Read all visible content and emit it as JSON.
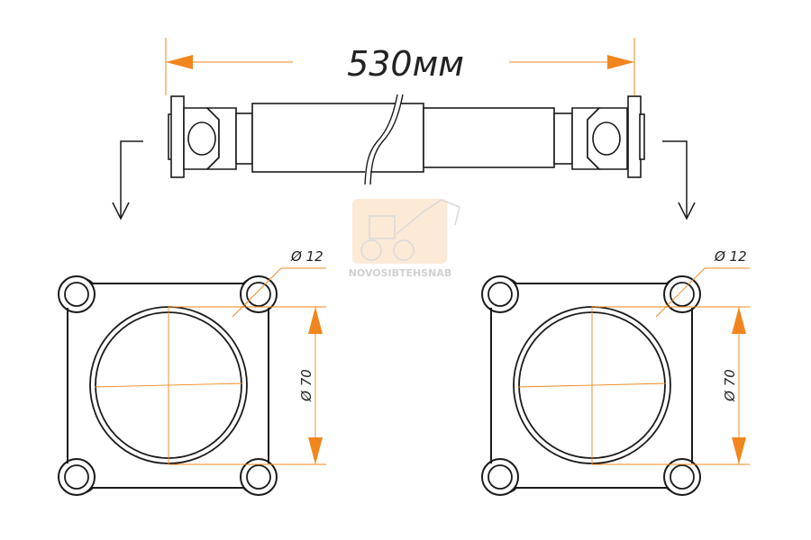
{
  "dimensions": {
    "length": "530мм",
    "hole_diameter": "Ø 12",
    "bore_diameter": "Ø 70"
  },
  "watermark": {
    "text": "NOVOSIBTEHSNAB"
  },
  "colors": {
    "accent": "#f0861d",
    "line": "#1a1a1a",
    "watermark": "#fbd9b8"
  }
}
